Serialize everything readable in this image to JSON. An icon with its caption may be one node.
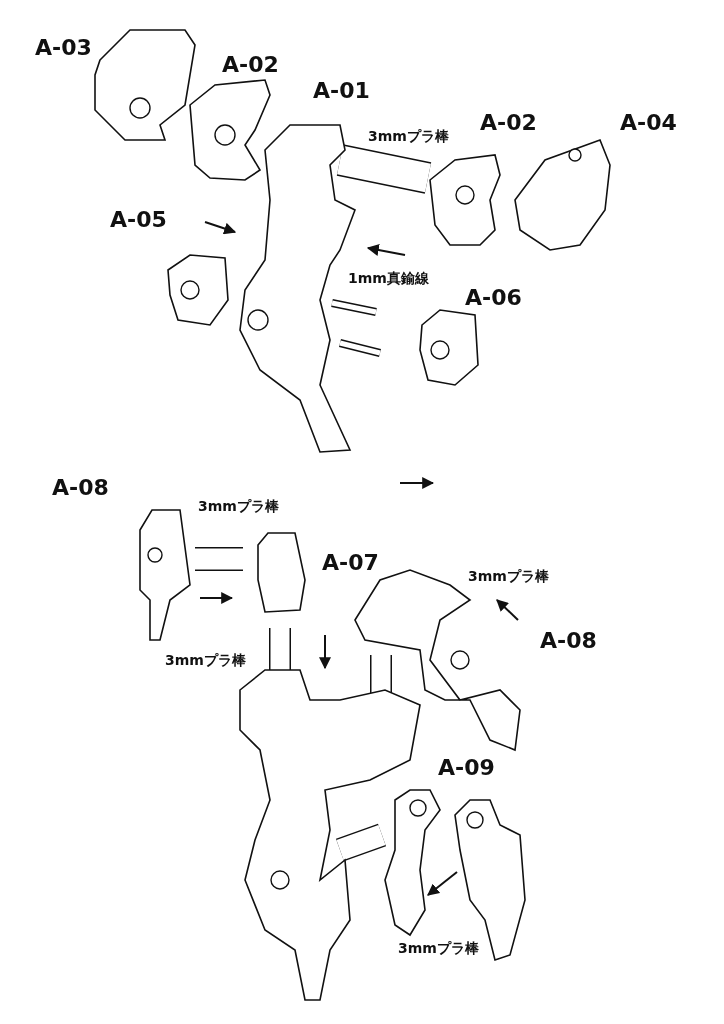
{
  "diagram": {
    "labels": [
      "A-03",
      "A-02",
      "A-01",
      "3mmプラ棒",
      "A-02",
      "A-04",
      "A-05",
      "1mm真鍮線",
      "A-06",
      "A-08",
      "3mmプラ棒",
      "A-07",
      "3mmプラ棒",
      "3mmプラ棒",
      "A-08",
      "A-09",
      "3mmプラ棒"
    ]
  }
}
